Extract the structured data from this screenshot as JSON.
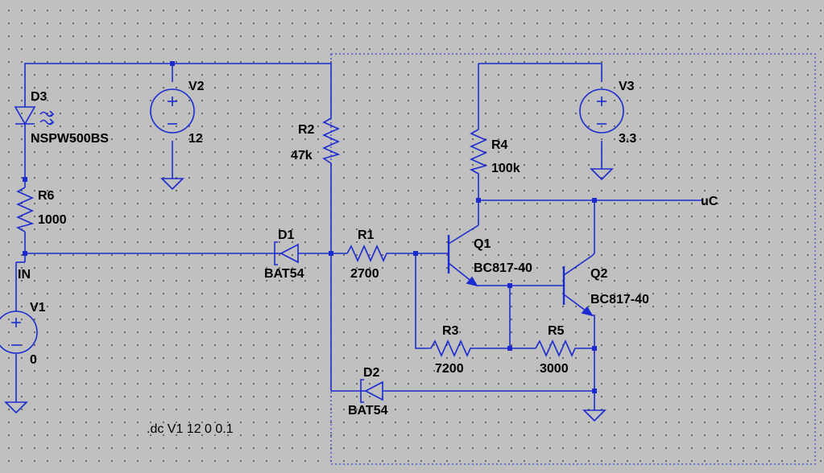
{
  "components": {
    "D3": {
      "name": "D3",
      "value": "NSPW500BS"
    },
    "V2": {
      "name": "V2",
      "value": "12"
    },
    "R2": {
      "name": "R2",
      "value": "47k"
    },
    "R6": {
      "name": "R6",
      "value": "1000"
    },
    "V1": {
      "name": "V1",
      "value": "0"
    },
    "D1": {
      "name": "D1",
      "value": "BAT54"
    },
    "R1": {
      "name": "R1",
      "value": "2700"
    },
    "Q1": {
      "name": "Q1",
      "value": "BC817-40"
    },
    "Q2": {
      "name": "Q2",
      "value": "BC817-40"
    },
    "R3": {
      "name": "R3",
      "value": "7200"
    },
    "R5": {
      "name": "R5",
      "value": "3000"
    },
    "D2": {
      "name": "D2",
      "value": "BAT54"
    },
    "R4": {
      "name": "R4",
      "value": "100k"
    },
    "V3": {
      "name": "V3",
      "value": "3.3"
    }
  },
  "net_labels": {
    "in": "IN",
    "uc": "uC"
  },
  "directive": ".dc V1 12 0 0.1",
  "colors": {
    "wire": "#1b2bd0",
    "background": "#c0c0c0",
    "grid": "#505050",
    "text": "#000000"
  }
}
